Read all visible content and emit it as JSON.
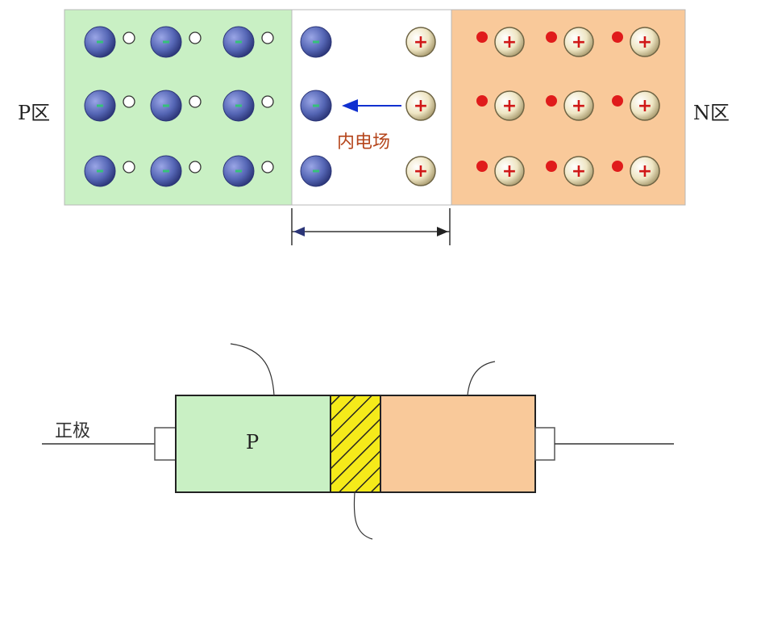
{
  "top_diagram": {
    "p_region_label": "P区",
    "n_region_label": "N区",
    "field_label": "内电场",
    "p_region_color": "#c9f0c4",
    "n_region_color": "#f9c99a",
    "depletion_color": "#ffffff",
    "negative_ion_color": "#5566b5",
    "positive_ion_color": "#efe6c4",
    "hole_color": "#ffffff",
    "electron_color": "#e01b1b",
    "arrow_color": "#1030d0",
    "ion_minus_symbol": "-",
    "ion_plus_symbol": "+",
    "rows": 3,
    "p_columns_with_holes": 3,
    "depletion_negative_ions_per_row": 1,
    "depletion_positive_ions_per_row": 1,
    "n_columns_with_electrons": 3
  },
  "bottom_diagram": {
    "p_block_label": "P",
    "anode_label": "正极",
    "p_block_color": "#c9f0c4",
    "n_block_color": "#f9c99a",
    "junction_color": "#f5ea1a"
  }
}
